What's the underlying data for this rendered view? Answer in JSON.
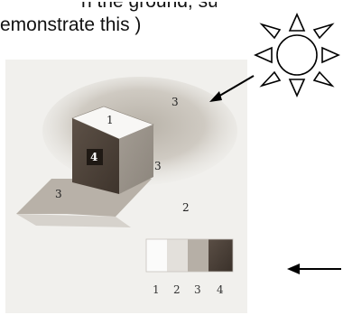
{
  "caption": {
    "line1": "n the ground, surfaces Note",
    "line2": "emonstrate this )"
  },
  "sketch": {
    "labels": {
      "top_face": "1",
      "front_face": "4",
      "right_face": "3",
      "cast_shadow": "3",
      "background": "3",
      "ground": "2"
    },
    "value_scale": [
      "1",
      "2",
      "3",
      "4"
    ]
  },
  "icons": [
    "sun-icon",
    "arrow-to-sketch-icon",
    "arrow-to-scale-icon"
  ]
}
